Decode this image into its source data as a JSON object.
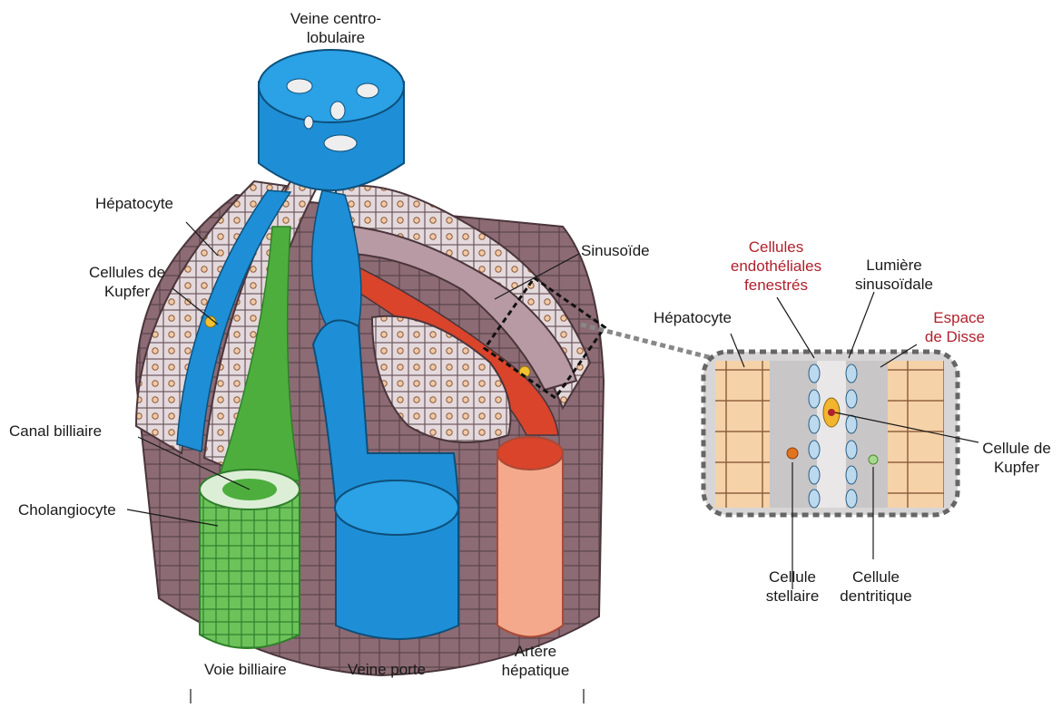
{
  "labels": {
    "veine_centro": [
      "Veine centro-",
      "lobulaire"
    ],
    "hepatocyte_left": "Hépatocyte",
    "cellules_kupfer_left": [
      "Cellules de",
      "Kupfer"
    ],
    "canal_biliaire": "Canal billiaire",
    "cholangiocyte": "Cholangiocyte",
    "sinusoide": "Sinusoïde",
    "voie_biliaire": "Voie billiaire",
    "veine_porte": "Veine porte",
    "artere_hepatique": [
      "Artère",
      "hépatique"
    ],
    "cellules_endotheliales": [
      "Cellules",
      "endothéliales",
      "fenestrés"
    ],
    "lumiere_sinusoidale": [
      "Lumière",
      "sinusoïdale"
    ],
    "hepatocyte_right": "Hépatocyte",
    "espace_disse": [
      "Espace",
      "de Disse"
    ],
    "cellule_kupfer_right": [
      "Cellule de",
      "Kupfer"
    ],
    "cellule_stellaire": [
      "Cellule",
      "stellaire"
    ],
    "cellule_dendritique": [
      "Cellule",
      "dentritique"
    ]
  },
  "colors": {
    "vein_blue": "#1e8fd6",
    "bile_green": "#4dae3e",
    "artery_red": "#d9442b",
    "artery_pink": "#f4a98c",
    "tissue_mauve": "#8c6b74",
    "hepatocyte_fill": "#e4d9dc",
    "label_red": "#b0212d"
  }
}
